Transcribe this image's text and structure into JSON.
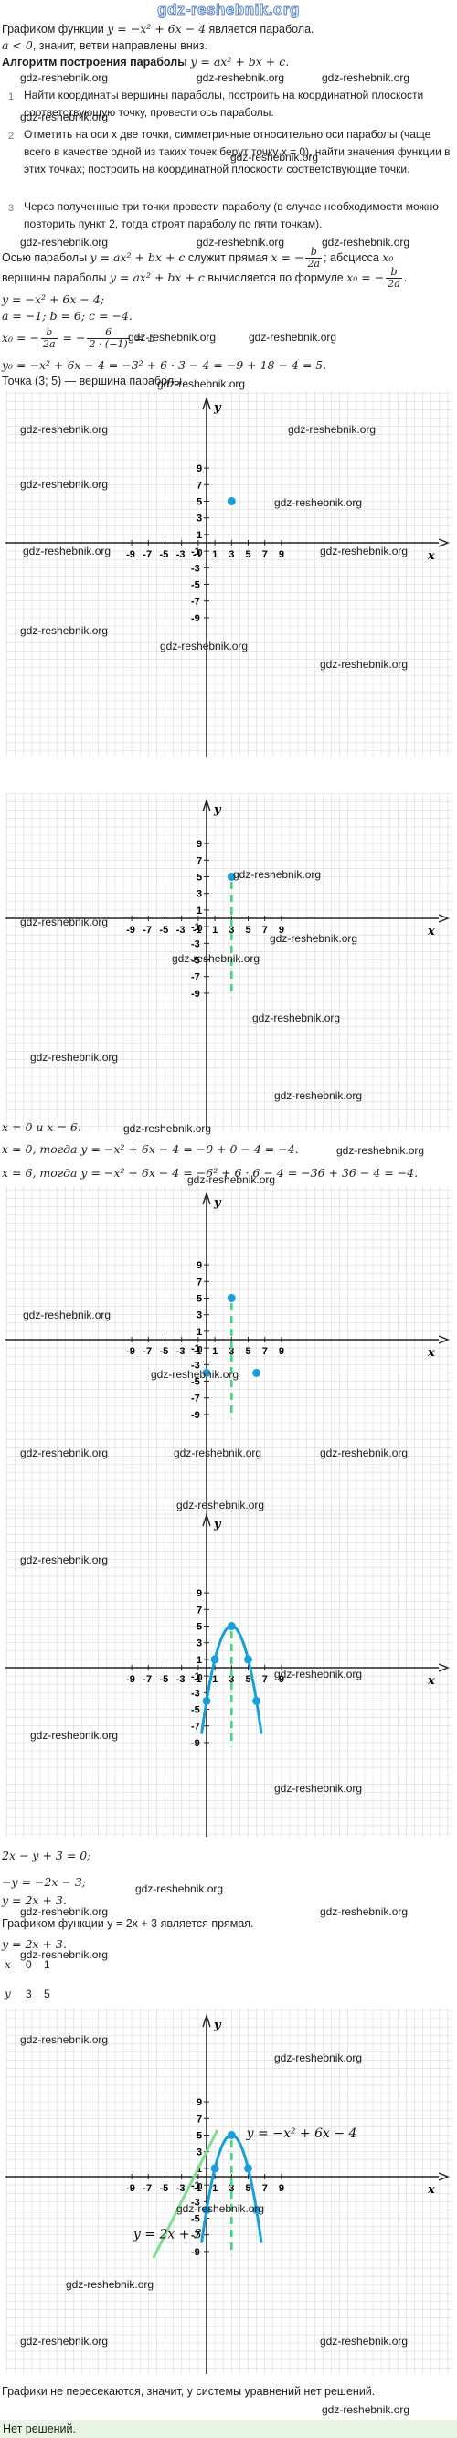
{
  "header": {
    "logo": "gdz-reshebnik.org"
  },
  "watermark": "gdz-reshebnik.org",
  "intro": {
    "line1_prefix": "Графиком функции ",
    "line1_formula": "y = −x² + 6x − 4",
    "line1_suffix": " является парабола.",
    "line2_formula": "a < 0",
    "line2_suffix": ", значит, ветви направлены вниз."
  },
  "algorithm": {
    "title_prefix": "Алгоритм построения параболы ",
    "title_formula": "y = ax² + bx + c.",
    "steps": [
      {
        "num": "1",
        "text": "Найти координаты вершины параболы, построить на координатной плоскости соответствующую точку, провести ось параболы."
      },
      {
        "num": "2",
        "text": "Отметить на оси x две точки, симметричные относительно оси параболы (чаще всего в качестве одной из таких точек берут точку x = 0), найти значения функции в этих точках; построить на координатной плоскости соответствующие точки."
      },
      {
        "num": "3",
        "text": "Через полученные три точки провести параболу (в случае необходимости можно повторить пункт 2, тогда строят параболу по пяти точкам)."
      }
    ]
  },
  "solution": {
    "axis_line_prefix": "Осью параболы ",
    "axis_line_formula": "y = ax² + bx + c",
    "axis_line_mid": " служит прямая ",
    "axis_line_x": "x = −",
    "axis_frac_num": "b",
    "axis_frac_den": "2a",
    "axis_line_suffix": "; абсцисса ",
    "axis_line_x0": "x₀",
    "vertex_line_prefix": "вершины параболы ",
    "vertex_line_formula": "y = ax² + bx + c",
    "vertex_line_mid": " вычисляется по формуле ",
    "vertex_line_x0": "x₀ = −",
    "vertex_frac_num": "b",
    "vertex_frac_den": "2a",
    "vertex_line_end": ".",
    "func": "y = −x² + 6x − 4;",
    "coeffs": "a = −1; b = 6; c = −4.",
    "x0_prefix": "x₀ = −",
    "x0_frac1_num": "b",
    "x0_frac1_den": "2a",
    "x0_eq": " = −",
    "x0_frac2_num": "6",
    "x0_frac2_den": "2 · (−1)",
    "x0_result": " = 3",
    "y0": "y₀ = −x² + 6x − 4 = −3² + 6 · 3 − 4 = −9 + 18 − 4 = 5.",
    "vertex_point": "Точка (3; 5) — вершина параболы.",
    "x_values": "x = 0 и x = 6.",
    "x0_calc_prefix": "x = 0",
    "x0_calc": ", тогда y = −x² + 6x − 4 = −0 + 0 − 4 = −4.",
    "x6_calc_prefix": "x = 6",
    "x6_calc": ", тогда y = −x² + 6x − 4 = −6² + 6 · 6 − 4 = −36 + 36 − 4 = −4.",
    "line_eq1": "2x − y + 3 = 0;",
    "line_eq2": "−y = −2x − 3;",
    "line_eq3": "y = 2x + 3.",
    "line_statement": "Графиком функции y = 2x + 3 является прямая.",
    "line_eq4": "y = 2x + 3.",
    "table": {
      "x_label": "x",
      "x_values": [
        "0",
        "1"
      ],
      "y_label": "y",
      "y_values": [
        "3",
        "5"
      ]
    },
    "conclusion": "Графики не пересекаются, значит, у системы уравнений нет решений.",
    "answer": "Нет решений."
  },
  "graph_labels": {
    "axis_x": "x",
    "axis_y": "y",
    "x_ticks": [
      "-9",
      "-7",
      "-5",
      "-3",
      "-1",
      "1",
      "3",
      "5",
      "7",
      "9"
    ],
    "y_ticks": [
      "9",
      "7",
      "5",
      "3",
      "1",
      "-1",
      "-3",
      "-5",
      "-7",
      "-9"
    ],
    "parabola_label": "y = −x² + 6x − 4",
    "line_label": "y = 2x + 3"
  },
  "colors": {
    "parabola": "#1a9ed9",
    "axis_dash": "#3ad67a",
    "line": "#7fe08f",
    "grid": "#d9d9d9",
    "answer_bg": "#e8f5e4"
  }
}
